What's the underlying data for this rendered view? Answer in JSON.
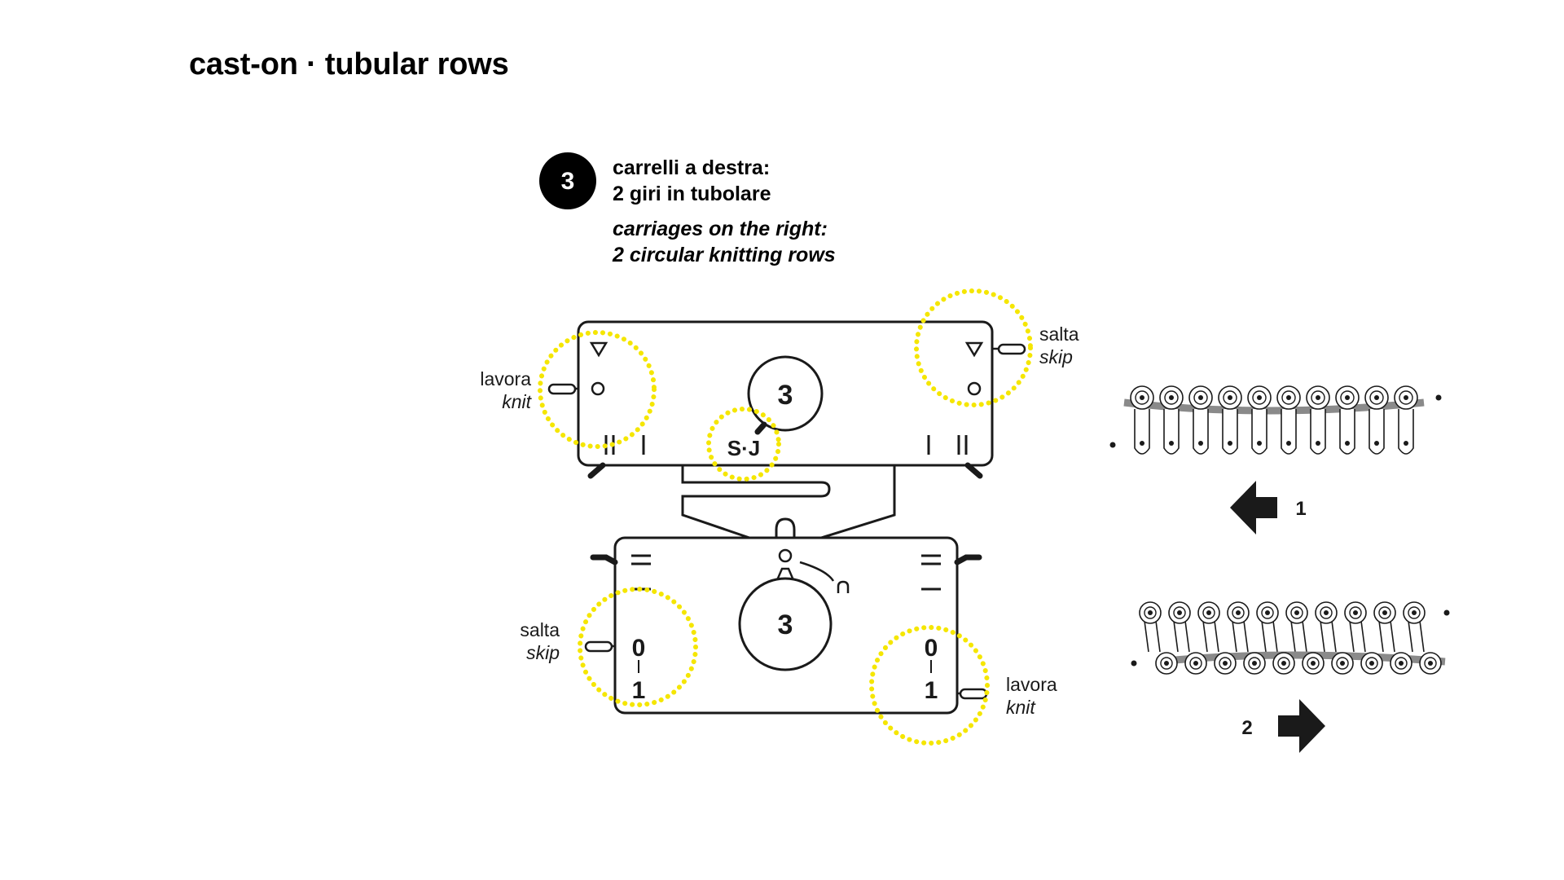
{
  "title": "cast-on · tubular rows",
  "step": {
    "number": "3",
    "it_line1": "carrelli a destra:",
    "it_line2": "2 giri in tubolare",
    "en_line1": "carriages on the right:",
    "en_line2": "2 circular knitting rows"
  },
  "upper_carriage": {
    "dial_value": "3",
    "setting_label": "S·J",
    "left_lever_it": "lavora",
    "left_lever_en": "knit",
    "right_lever_it": "salta",
    "right_lever_en": "skip"
  },
  "lower_carriage": {
    "dial_value": "3",
    "left_lever_it": "salta",
    "left_lever_en": "skip",
    "right_lever_it": "lavora",
    "right_lever_en": "knit",
    "left_scale_top": "0",
    "left_scale_bottom": "1",
    "right_scale_top": "0",
    "right_scale_bottom": "1"
  },
  "rows": [
    {
      "number": "1",
      "direction": "left"
    },
    {
      "number": "2",
      "direction": "right"
    }
  ],
  "colors": {
    "highlight": "#f5e600",
    "ink": "#1a1a1a",
    "accent": "#000000",
    "stitch_fill": "#8a8a8a"
  },
  "icons": {
    "row1_arrow": "arrow-left-icon",
    "row2_arrow": "arrow-right-icon"
  }
}
